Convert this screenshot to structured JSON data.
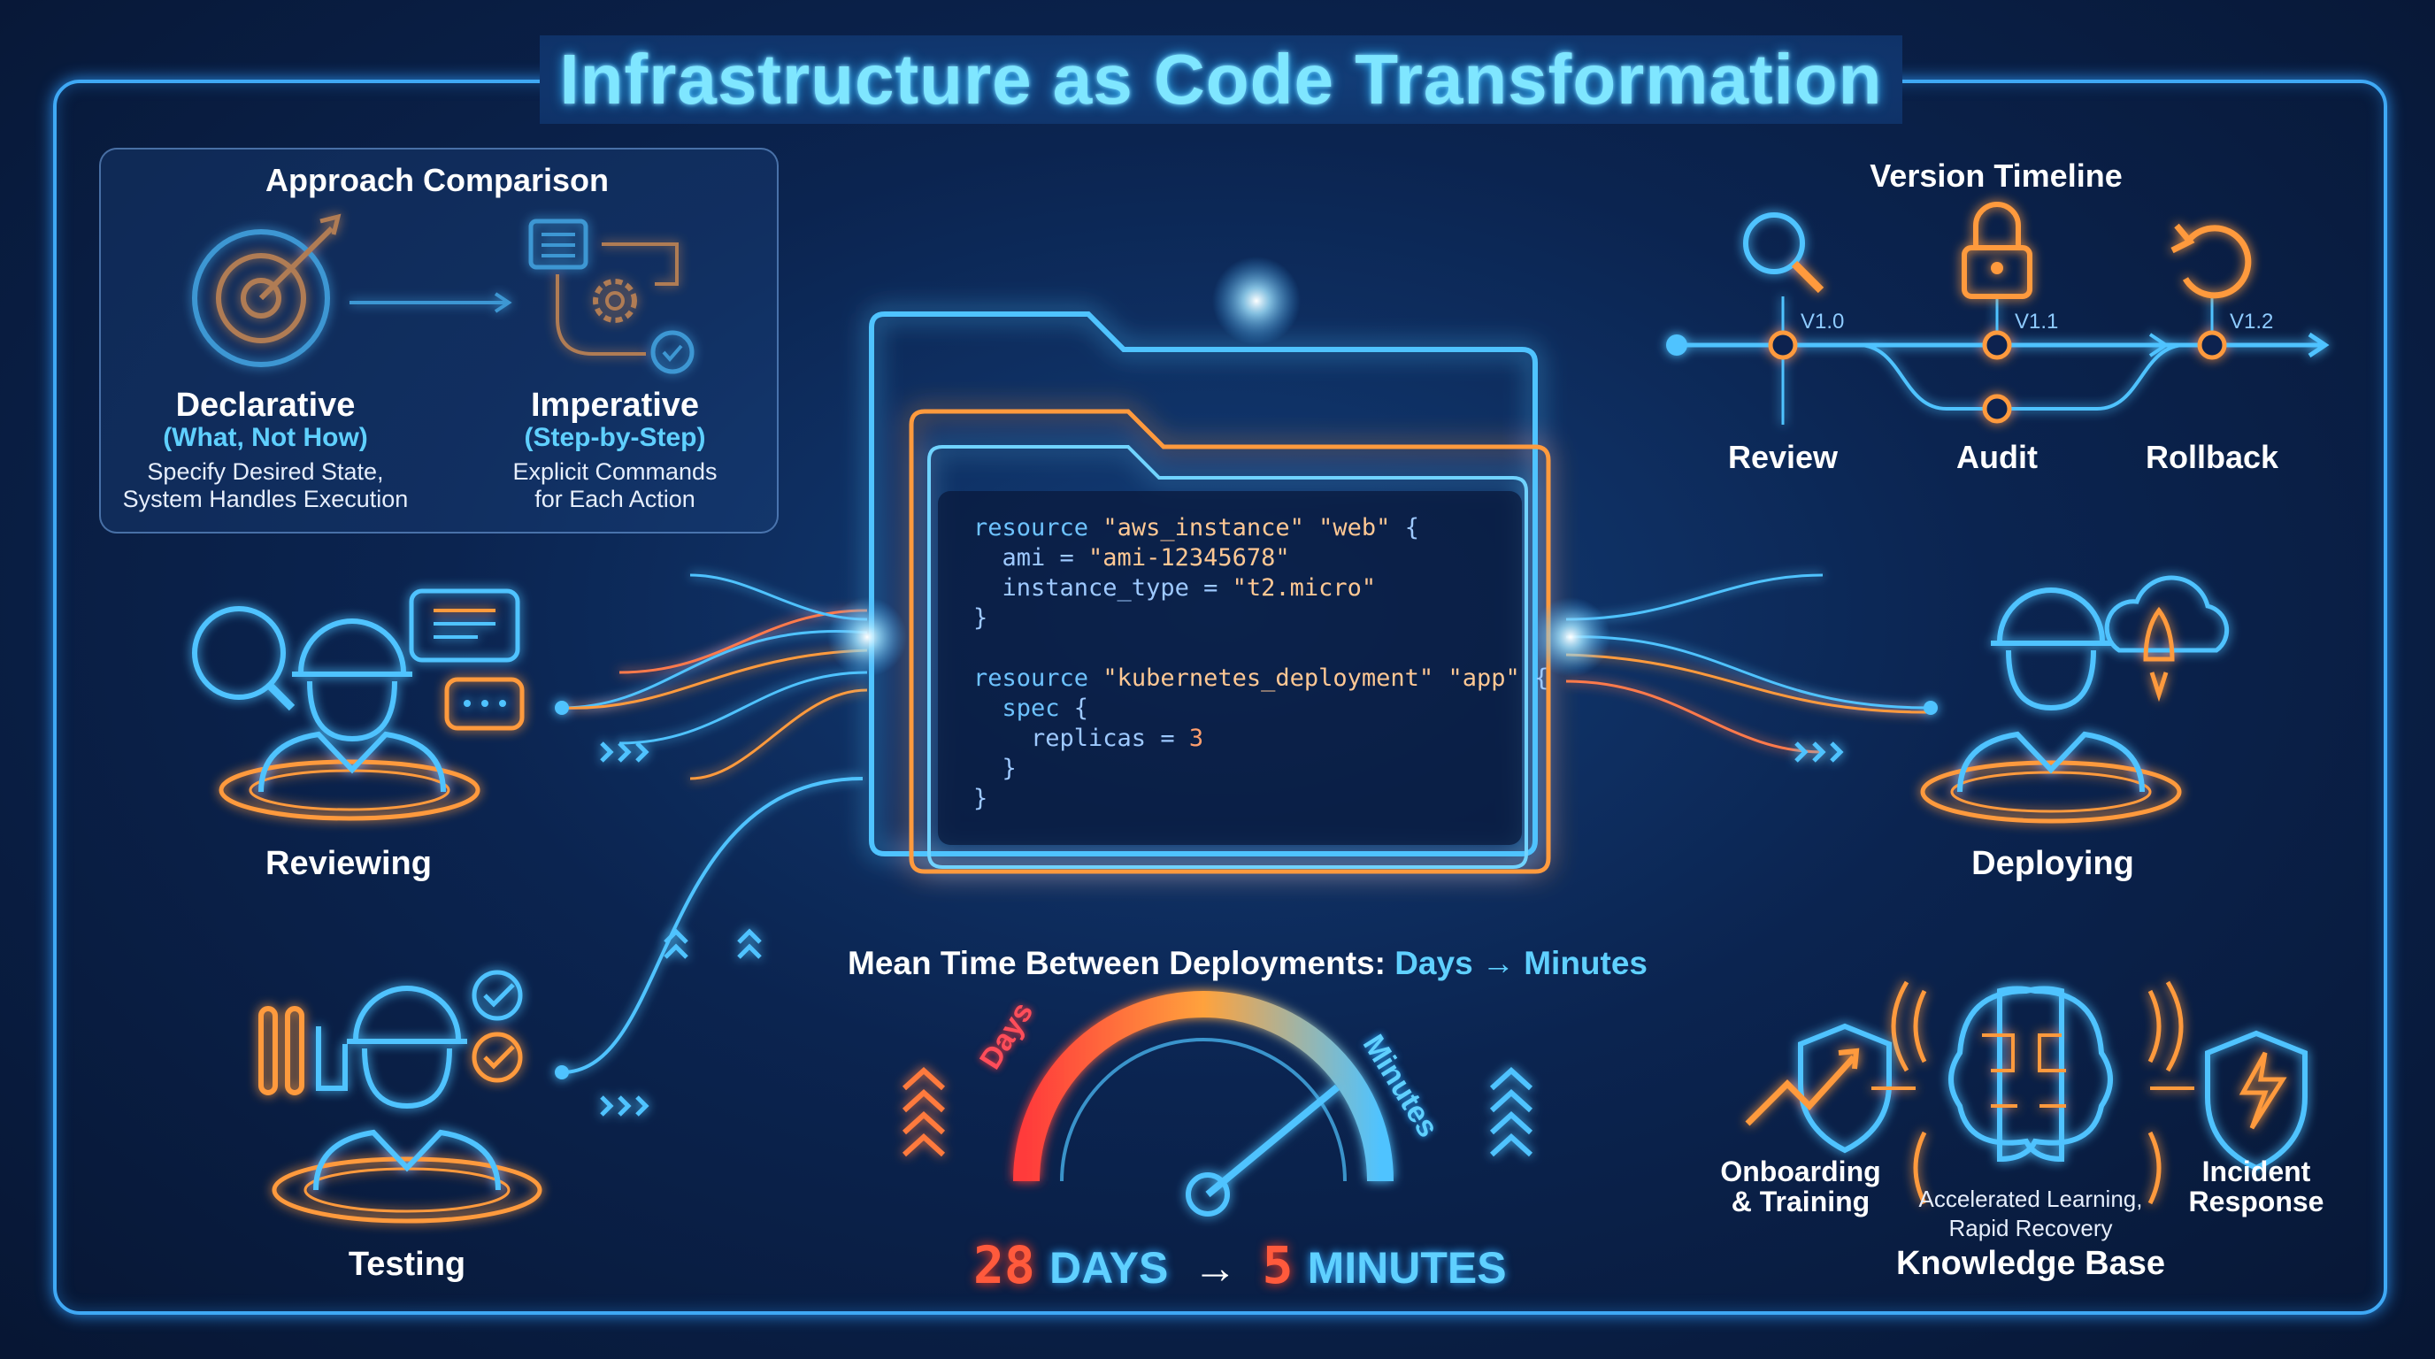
{
  "title": "Infrastructure as Code Transformation",
  "approach": {
    "heading": "Approach Comparison",
    "declarative": {
      "name": "Declarative",
      "sub": "(What, Not How)",
      "desc1": "Specify Desired State,",
      "desc2": "System Handles Execution"
    },
    "imperative": {
      "name": "Imperative",
      "sub": "(Step-by-Step)",
      "desc1": "Explicit Commands",
      "desc2": "for Each Action"
    }
  },
  "timeline": {
    "heading": "Version Timeline",
    "versions": [
      "V1.0",
      "V1.1",
      "V1.2"
    ],
    "stages": [
      "Review",
      "Audit",
      "Rollback"
    ]
  },
  "code": {
    "lines": [
      "resource \"aws_instance\" \"web\" {",
      "  ami = \"ami-12345678\"",
      "  instance_type = \"t2.micro\"",
      "}",
      "",
      "resource \"kubernetes_deployment\" \"app\" {",
      "  spec {",
      "    replicas = 3",
      "  }",
      "}"
    ]
  },
  "roles": {
    "reviewing": "Reviewing",
    "testing": "Testing",
    "deploying": "Deploying"
  },
  "mtbd": {
    "label": "Mean Time Between Deployments:",
    "change": "Days → Minutes",
    "gauge_left": "Days",
    "gauge_right": "Minutes",
    "from_value": "28",
    "from_unit": "DAYS",
    "arrow": "→",
    "to_value": "5",
    "to_unit": "MINUTES",
    "needle_fraction": 0.78
  },
  "knowledge": {
    "onboarding1": "Onboarding",
    "onboarding2": "& Training",
    "center1": "Accelerated Learning,",
    "center2": "Rapid Recovery",
    "incident1": "Incident",
    "incident2": "Response",
    "heading": "Knowledge Base"
  },
  "icons": {
    "target": "target-icon",
    "workflow": "workflow-icon",
    "search": "magnifier-icon",
    "lock": "lock-icon",
    "undo": "undo-icon",
    "chat": "chat-icon",
    "engineer": "engineer-icon",
    "test-tubes": "test-tubes-icon",
    "checks": "checkmarks-icon",
    "cloud-rocket": "cloud-rocket-icon",
    "brain": "brain-icon",
    "growth-shield": "growth-shield-icon",
    "lightning-shield": "lightning-shield-icon"
  },
  "colors": {
    "cyan": "#5fd0ff",
    "orange": "#ff9a3c",
    "red": "#ff4d3a",
    "frame": "#3fa9f5"
  }
}
